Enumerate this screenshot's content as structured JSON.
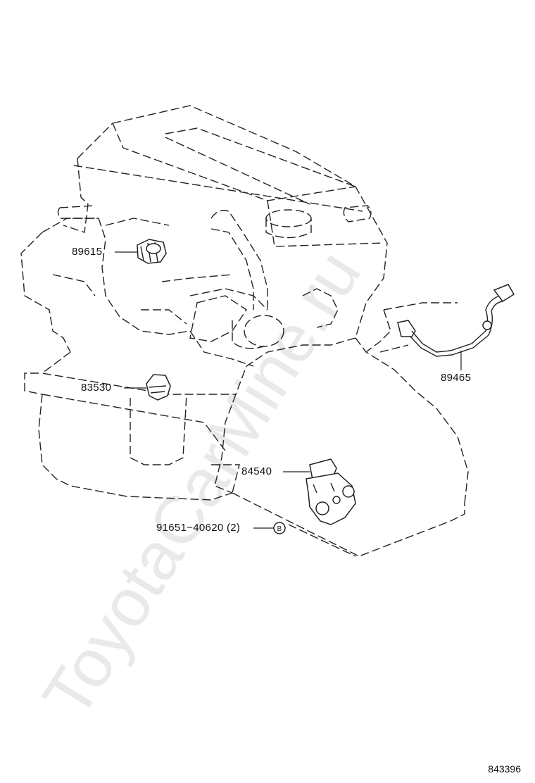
{
  "watermark": "ToyotaCarMine.ru",
  "figure_id": "843396",
  "callouts": {
    "p89615": "89615",
    "p83530": "83530",
    "p89465": "89465",
    "p84540": "84540",
    "p91651": "91651−40620 (2)"
  },
  "marker_letter": "B"
}
